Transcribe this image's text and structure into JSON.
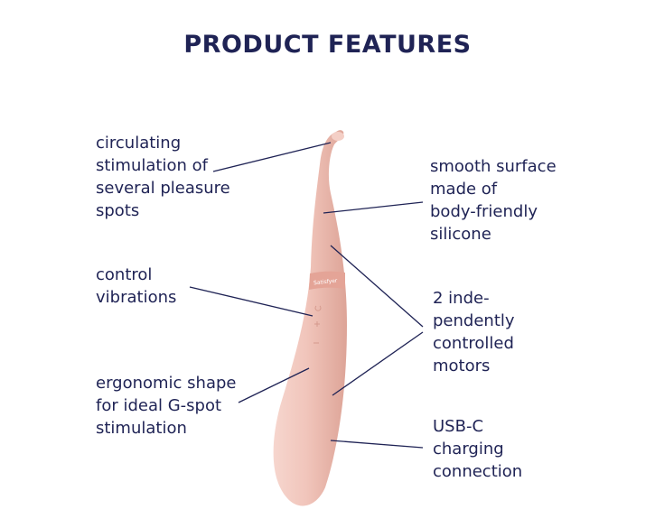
{
  "title": "PRODUCT FEATURES",
  "product_logo": "Satisfyer",
  "features": {
    "circulating": [
      "circulating",
      "stimulation of",
      "several pleasure",
      "spots"
    ],
    "control": [
      "control",
      "vibrations"
    ],
    "ergonomic": [
      "ergonomic shape",
      "for ideal G-spot",
      "stimulation"
    ],
    "smooth": [
      "smooth surface",
      "made of",
      "body-friendly",
      "silicone"
    ],
    "motors": [
      "2 inde-",
      "pendently",
      "controlled",
      "motors"
    ],
    "usbc": [
      "USB-C",
      "charging",
      "connection"
    ]
  },
  "colors": {
    "text": "#1f2355",
    "device": "#f1c7be",
    "device_shadow": "#e2aca1",
    "band": "#e6a79c",
    "line": "#1f2355"
  }
}
